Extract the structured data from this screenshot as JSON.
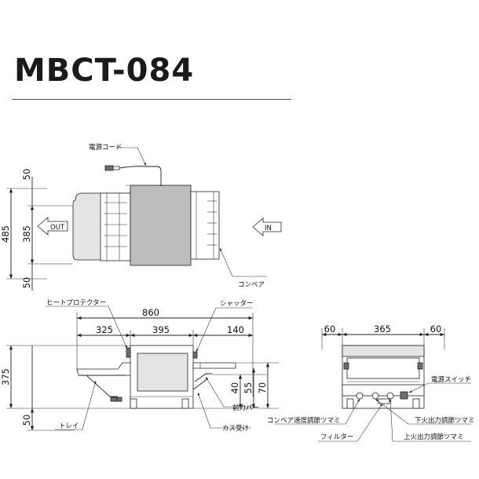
{
  "header": {
    "model": "MBCT-084"
  },
  "top_view": {
    "labels": {
      "power_cord": "電源コード",
      "conveyor": "コンベア",
      "out": "OUT",
      "in": "IN"
    },
    "dims": {
      "d50_top": "50",
      "d485": "485",
      "d385": "385",
      "d50_bottom": "50"
    }
  },
  "side_view": {
    "labels": {
      "heat_protector": "ヒートプロテクター",
      "shutter": "シャッター",
      "front_bar": "前力バー",
      "crumb_tray": "カス受け",
      "tray": "トレイ"
    },
    "dims": {
      "d860": "860",
      "d325": "325",
      "d395": "395",
      "d140": "140",
      "d375": "375",
      "d50": "50",
      "d40": "40",
      "d55": "55",
      "d70": "70"
    }
  },
  "front_view": {
    "labels": {
      "power_switch": "電源スイッチ",
      "conveyor_speed_knob": "コンベア速度調節ツマミ",
      "lower_heat_knob": "下火出力調節ツマミ",
      "filter": "フィルター",
      "upper_heat_knob": "上火出力調節ツマミ"
    },
    "dims": {
      "d60_left": "60",
      "d365": "365",
      "d60_right": "60"
    }
  }
}
